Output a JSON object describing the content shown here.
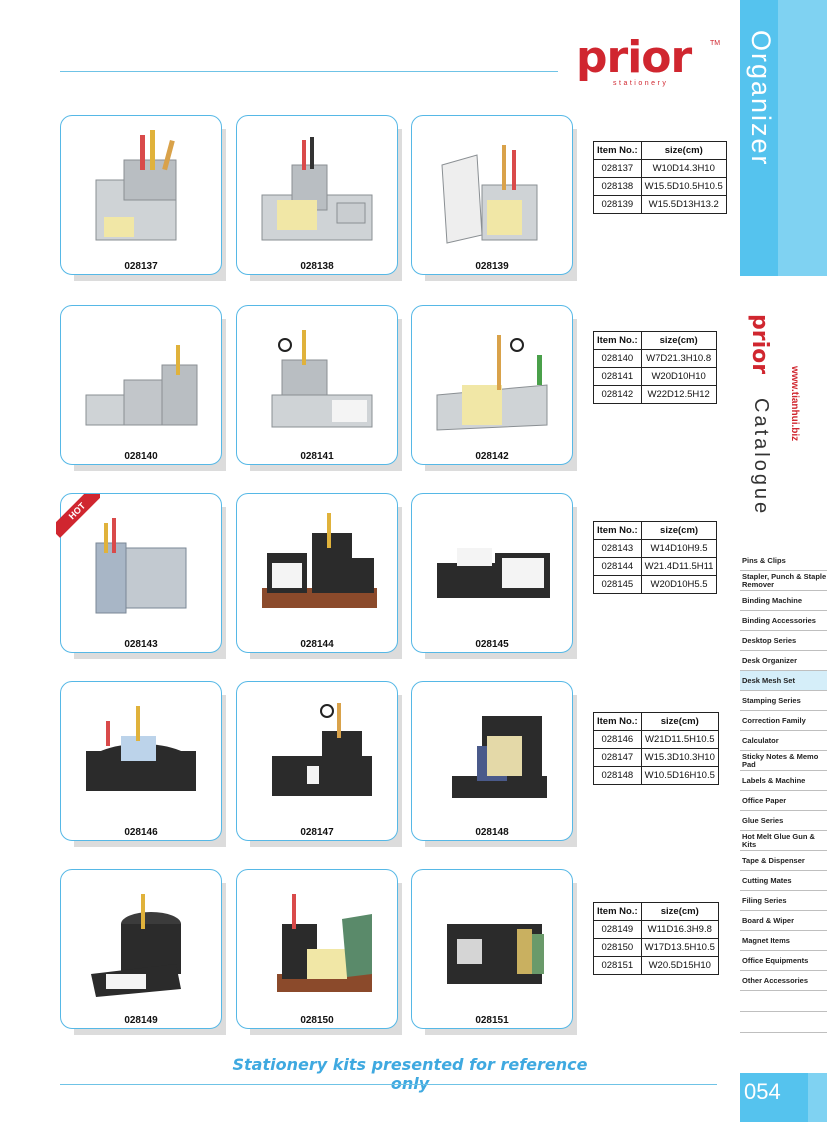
{
  "brand": {
    "name": "prior",
    "sub": "stationery",
    "tm": "TM"
  },
  "band_title": "Organizer",
  "side_brand": "prior",
  "catalogue": "Catalogue",
  "website": "www.tianhui.biz",
  "menu": [
    "Pins & Clips",
    "Stapler, Punch & Staple Remover",
    "Binding Machine",
    "Binding Accessories",
    "Desktop Series",
    "Desk Organizer",
    "Desk Mesh Set",
    "Stamping Series",
    "Correction Family",
    "Calculator",
    "Sticky Notes & Memo Pad",
    "Labels & Machine",
    "Office Paper",
    "Glue Series",
    "Hot Melt Glue Gun & Kits",
    "Tape & Dispenser",
    "Cutting Mates",
    "Filing Series",
    "Board & Wiper",
    "Magnet Items",
    "Office Equipments",
    "Other Accessories"
  ],
  "active_menu": "Desk Mesh Set",
  "hot_badge": "HOT",
  "footer": "Stationery kits presented for reference only",
  "page_number": "054",
  "table_headers": {
    "item": "Item No.:",
    "size": "size(cm)"
  },
  "rows": [
    {
      "products": [
        "028137",
        "028138",
        "028139"
      ],
      "sizes": [
        "W10D14.3H10",
        "W15.5D10.5H10.5",
        "W15.5D13H13.2"
      ]
    },
    {
      "products": [
        "028140",
        "028141",
        "028142"
      ],
      "sizes": [
        "W7D21.3H10.8",
        "W20D10H10",
        "W22D12.5H12"
      ]
    },
    {
      "products": [
        "028143",
        "028144",
        "028145"
      ],
      "sizes": [
        "W14D10H9.5",
        "W21.4D11.5H11",
        "W20D10H5.5"
      ]
    },
    {
      "products": [
        "028146",
        "028147",
        "028148"
      ],
      "sizes": [
        "W21D11.5H10.5",
        "W15.3D10.3H10",
        "W10.5D16H10.5"
      ]
    },
    {
      "products": [
        "028149",
        "028150",
        "028151"
      ],
      "sizes": [
        "W11D16.3H9.8",
        "W17D13.5H10.5",
        "W20.5D15H10"
      ]
    }
  ],
  "colors": {
    "accent": "#55c3ee",
    "brand_red": "#d0262f",
    "footer": "#3fa9e0"
  }
}
